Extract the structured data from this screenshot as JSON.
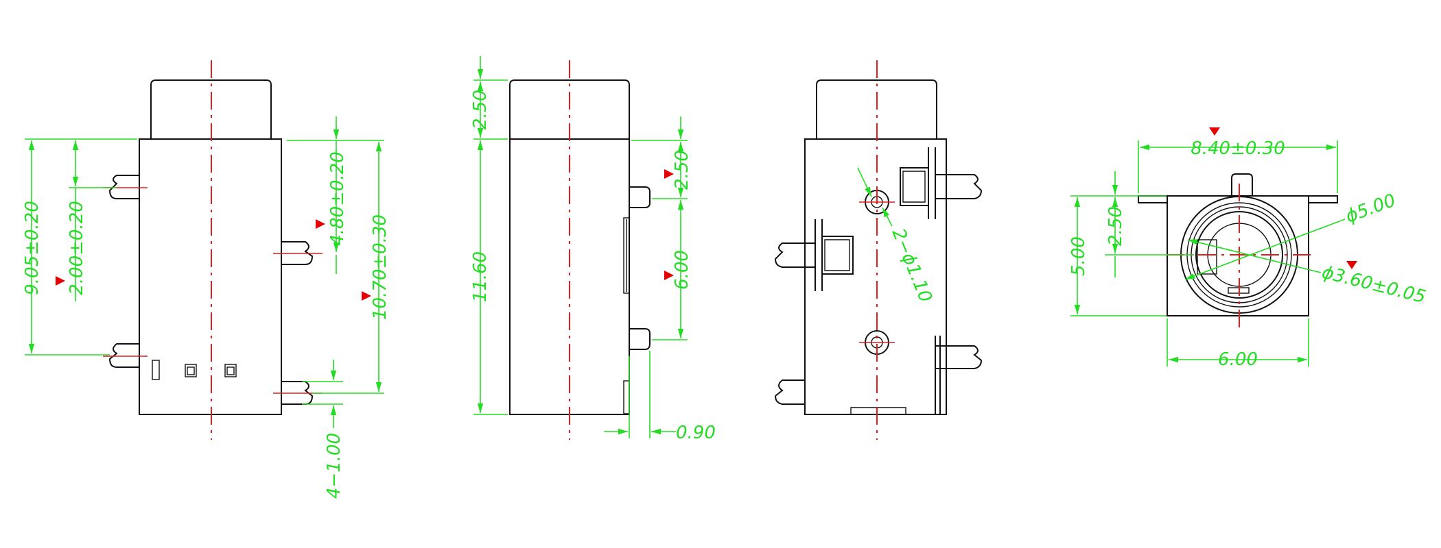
{
  "views": {
    "front": {
      "dim_a": "9.05±0.20",
      "dim_b": "2.00±0.20",
      "dim_c": "4.80±0.20",
      "dim_d": "10.70±0.30",
      "dim_e": "4−1.00"
    },
    "side": {
      "dim_a": "2.50",
      "dim_b": "11.60",
      "dim_c": "2.50",
      "dim_d": "6.00",
      "dim_e": "0.90"
    },
    "rear": {
      "dim_a": "2−ϕ1.10"
    },
    "end": {
      "dim_a": "8.40±0.30",
      "dim_b": "ϕ5.00",
      "dim_c": "ϕ3.60±0.05",
      "dim_d": "5.00",
      "dim_e": "2.50",
      "dim_f": "6.00"
    }
  },
  "colors": {
    "outline": "#111111",
    "dimension": "#22dd22",
    "centerline": "#e11d1d",
    "marker": "#e60000"
  }
}
